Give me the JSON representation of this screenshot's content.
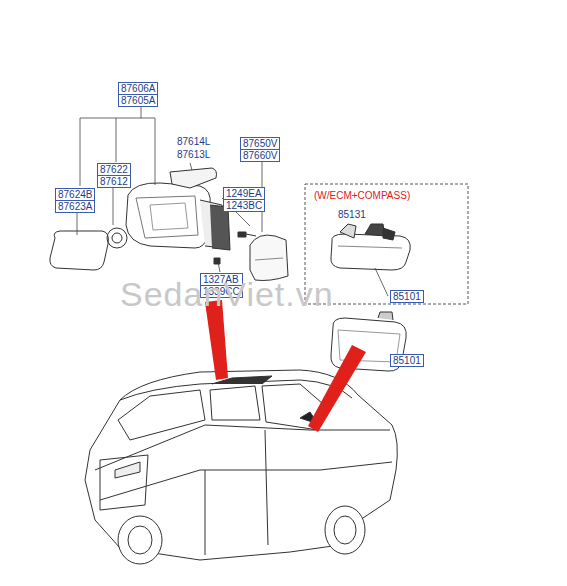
{
  "diagram": {
    "labels": [
      "87606A",
      "87605A",
      "87614L",
      "87613L",
      "87650V",
      "87660V",
      "87622",
      "87612",
      "87624B",
      "87623A",
      "1249EA",
      "1243BC",
      "1327AB",
      "1339CC",
      "(W/ECM+COMPASS)",
      "85131",
      "85101",
      "85101",
      "SedanViet.vn"
    ]
  }
}
